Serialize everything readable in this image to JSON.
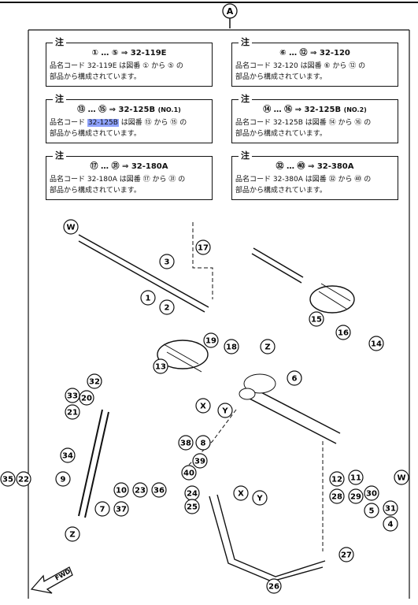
{
  "header": {
    "section_label": "A"
  },
  "notes": [
    {
      "tag": "注",
      "range": "① … ⑤",
      "arrow": "⇒",
      "part": "32-119E",
      "desc_line1": "品名コード 32-119E は図番 ① から ⑤ の",
      "desc_line2": "部品から構成されています。"
    },
    {
      "tag": "注",
      "range": "⑥ … ⑫",
      "arrow": "⇒",
      "part": "32-120",
      "desc_line1": "品名コード 32-120 は図番 ⑥ から ⑫ の",
      "desc_line2": "部品から構成されています。"
    },
    {
      "tag": "注",
      "range": "⑬ … ⑮",
      "arrow": "⇒",
      "part": "32-125B",
      "suffix": "(NO.1)",
      "desc_line1": "品名コード 32-125B は図番 ⑬ から ⑮ の",
      "desc_line2": "部品から構成されています。"
    },
    {
      "tag": "注",
      "range": "⑭ … ⑯",
      "arrow": "⇒",
      "part": "32-125B",
      "suffix": "(NO.2)",
      "desc_line1": "品名コード 32-125B は図番 ⑭ から ⑯ の",
      "desc_line2": "部品から構成されています。"
    },
    {
      "tag": "注",
      "range": "⑰ … ㉛",
      "arrow": "⇒",
      "part": "32-180A",
      "desc_line1": "品名コード 32-180A は図番 ⑰ から ㉛ の",
      "desc_line2": "部品から構成されています。"
    },
    {
      "tag": "注",
      "range": "㉜ … ㊵",
      "arrow": "⇒",
      "part": "32-380A",
      "desc_line1": "品名コード 32-380A は図番 ㉜ から ㊵ の",
      "desc_line2": "部品から構成されています。"
    }
  ],
  "highlight_text": "32-125B",
  "callouts": [
    "W",
    "1",
    "2",
    "3",
    "17",
    "15",
    "16",
    "14",
    "19",
    "18",
    "Z",
    "13",
    "X",
    "Y",
    "6",
    "32",
    "33",
    "20",
    "21",
    "34",
    "35",
    "22",
    "9",
    "10",
    "23",
    "36",
    "7",
    "37",
    "Z",
    "38",
    "8",
    "39",
    "40",
    "24",
    "25",
    "X",
    "Y",
    "12",
    "28",
    "11",
    "29",
    "30",
    "5",
    "W",
    "31",
    "4",
    "27",
    "26"
  ],
  "fwd_label": "FWD"
}
